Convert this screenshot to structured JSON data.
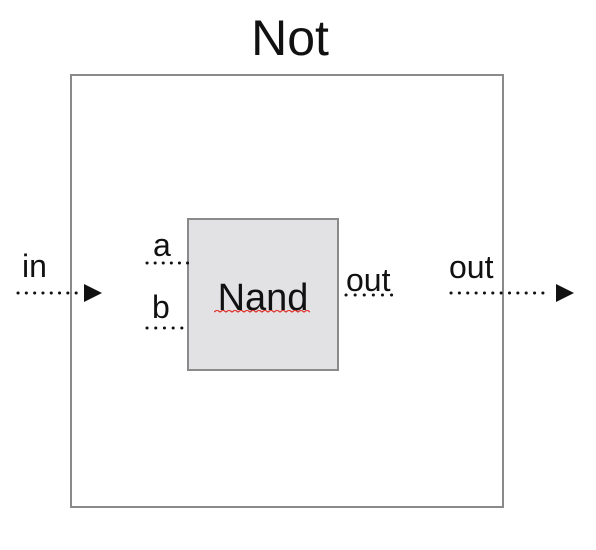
{
  "title": "Not",
  "chip": {
    "label": "Nand",
    "inputs": [
      "a",
      "b"
    ],
    "output": "out"
  },
  "external": {
    "input": "in",
    "output": "out"
  },
  "colors": {
    "box_border": "#8a8a8a",
    "chip_fill": "#e2e2e4",
    "spellcheck_underline": "#e0302a",
    "text": "#111111"
  }
}
